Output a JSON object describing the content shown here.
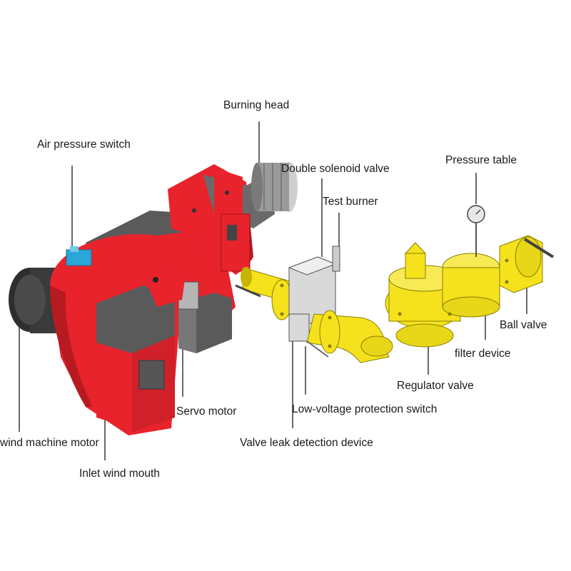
{
  "labels": {
    "burning_head": "Burning head",
    "air_pressure_switch": "Air pressure switch",
    "double_solenoid_valve": "Double solenoid valve",
    "test_burner": "Test burner",
    "pressure_table": "Pressure table",
    "ball_valve": "Ball valve",
    "filter_device": "filter device",
    "regulator_valve": "Regulator valve",
    "low_voltage_protection_switch": "Low-voltage protection switch",
    "valve_leak_detection_device": "Valve leak detection device",
    "servo_motor": "Servo motor",
    "wind_machine_motor": "wind machine motor",
    "inlet_wind_mouth": "Inlet wind mouth"
  },
  "colors": {
    "burner_body": "#e8232c",
    "burner_shade": "#b81a22",
    "gas_train": "#f5e21c",
    "gas_train_shade": "#c9b400",
    "housing_gray": "#5a5a5a",
    "motor_dark": "#3a3a3a",
    "switch_blue": "#2aa6d9",
    "leader_line": "#444444"
  }
}
